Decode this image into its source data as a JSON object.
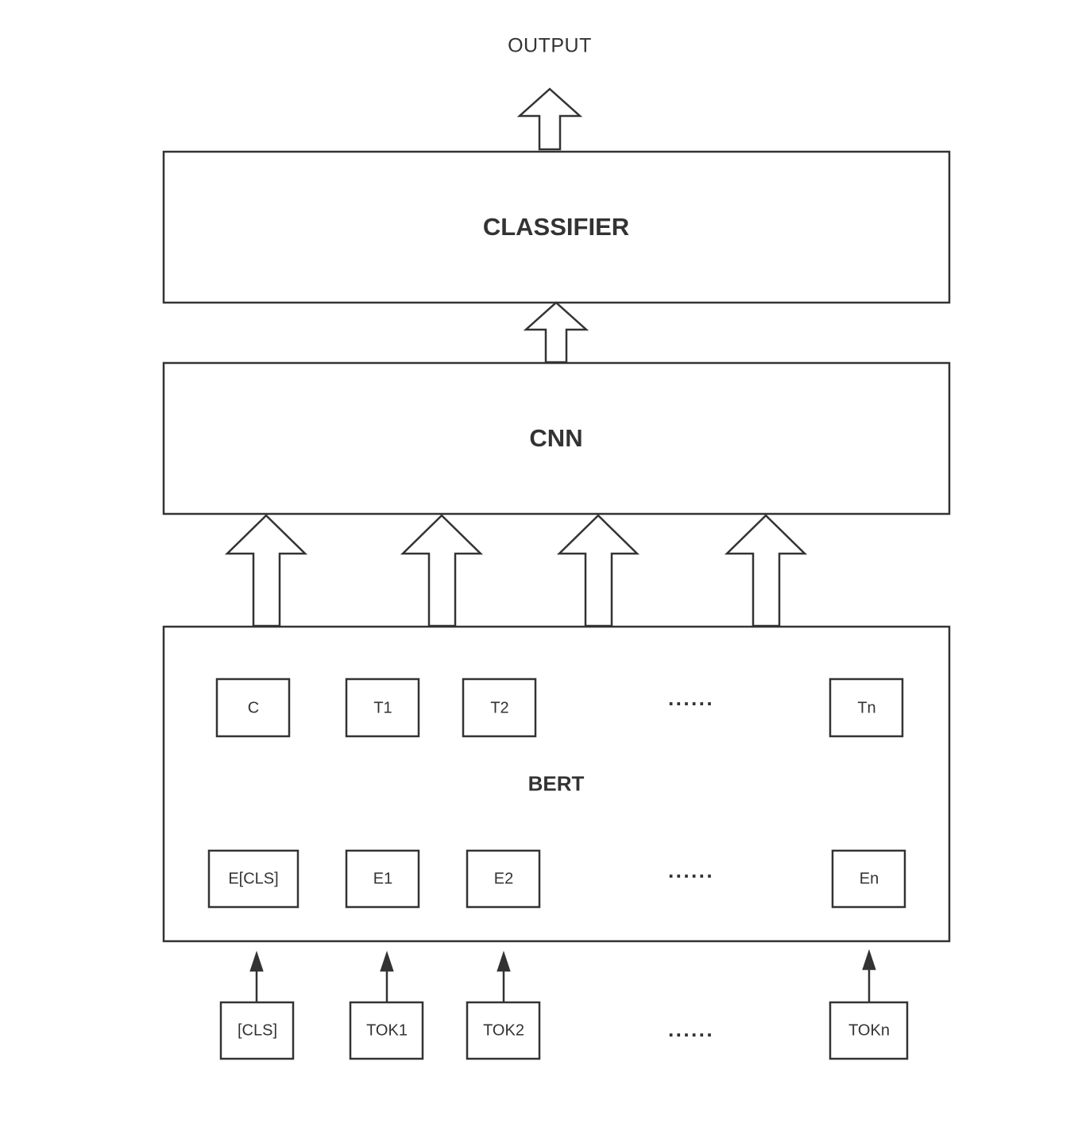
{
  "output_label": "OUTPUT",
  "classifier_label": "CLASSIFIER",
  "cnn_label": "CNN",
  "bert_label": "BERT",
  "bert_outputs": [
    "C",
    "T1",
    "T2",
    "Tn"
  ],
  "bert_embeddings": [
    "E[CLS]",
    "E1",
    "E2",
    "En"
  ],
  "input_tokens": [
    "[CLS]",
    "TOK1",
    "TOK2",
    "TOKn"
  ],
  "ellipsis": "······",
  "colors": {
    "stroke": "#333333",
    "background": "#ffffff",
    "text": "#333333"
  }
}
